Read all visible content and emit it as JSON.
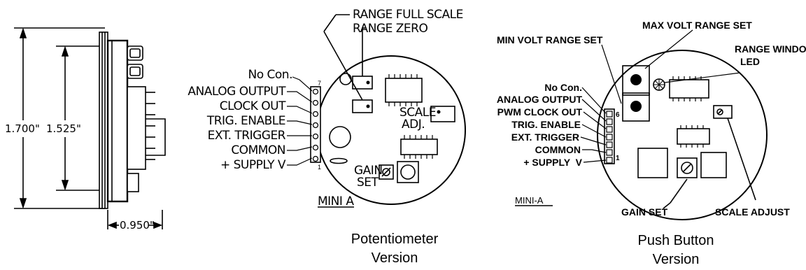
{
  "dimensions": {
    "outer_height": "1.700\"",
    "inner_height": "1.525\"",
    "depth": "0.950\""
  },
  "potentiometer": {
    "top_labels": [
      "RANGE FULL SCALE",
      "RANGE ZERO"
    ],
    "pin_labels": [
      "No Con.",
      "ANALOG OUTPUT",
      "CLOCK OUT",
      "TRIG. ENABLE",
      "EXT. TRIGGER",
      "COMMON",
      "+ SUPPLY V"
    ],
    "pin_top_number": "7",
    "pin_bottom_number": "1",
    "scale_adj": [
      "SCALE",
      "ADJ."
    ],
    "gain_set": [
      "GAIN",
      "SET"
    ],
    "model": "MINI A",
    "caption": [
      "Potentiometer",
      "Version"
    ]
  },
  "push_button": {
    "min_volt": "MIN VOLT RANGE SET",
    "max_volt": "MAX VOLT RANGE SET",
    "range_window": [
      "RANGE WINDOW",
      "LED"
    ],
    "pin_labels": [
      "No Con.",
      "ANALOG OUTPUT",
      "PWM CLOCK OUT",
      "TRIG. ENABLE",
      "EXT. TRIGGER",
      "COMMON",
      "+ SUPPLY  V"
    ],
    "pin_top_number": "6",
    "pin_bottom_number": "1",
    "gain_set": "GAIN SET",
    "scale_adjust": "SCALE ADJUST",
    "model": "MINI-A",
    "caption": [
      "Push Button",
      "Version"
    ]
  }
}
